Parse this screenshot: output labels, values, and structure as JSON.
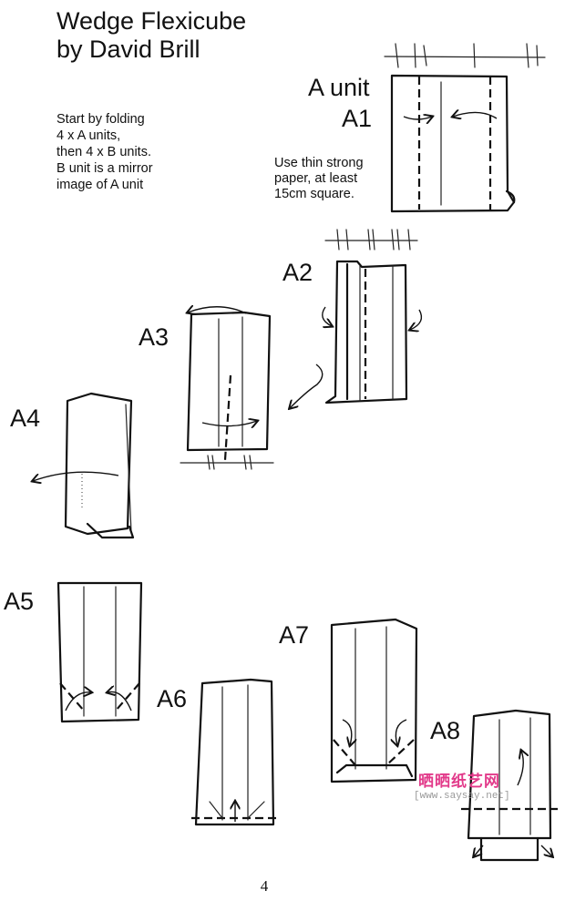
{
  "document": {
    "title_line1": "Wedge Flexicube",
    "title_line2": "by David Brill",
    "intro": [
      "Start by folding",
      "4 x A units,",
      "then 4 x B units.",
      "B unit is a mirror",
      "image of A unit"
    ],
    "paper_note": [
      "Use thin strong",
      "paper, at least",
      "15cm square."
    ],
    "steps": {
      "a_unit": "A unit",
      "a1": "A1",
      "a2": "A2",
      "a3": "A3",
      "a4": "A4",
      "a5": "A5",
      "a6": "A6",
      "a7": "A7",
      "a8": "A8"
    },
    "page_number": "4"
  },
  "watermark": {
    "chinese": "晒晒纸艺网",
    "url": "[www.saysay.net]",
    "colors": {
      "chinese": "#e23a8a",
      "url": "#999999"
    }
  }
}
